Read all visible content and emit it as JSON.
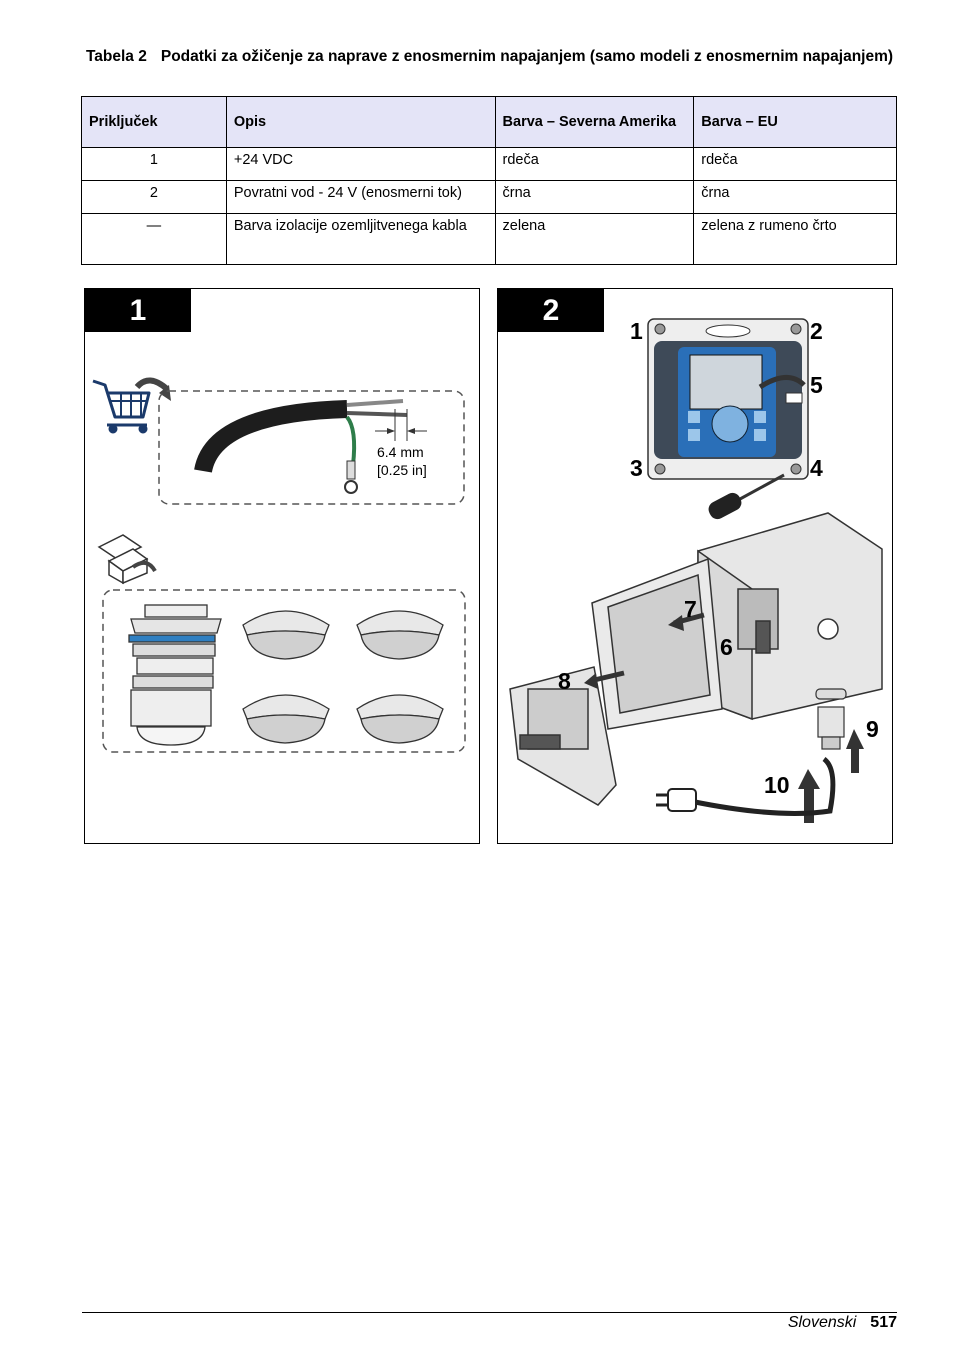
{
  "table": {
    "label": "Tabela 2",
    "title": "Podatki za ožičenje za naprave z enosmernim napajanjem (samo modeli z enosmernim napajanjem)",
    "headers": [
      "Priključek",
      "Opis",
      "Barva – Severna Amerika",
      "Barva – EU"
    ],
    "rows": [
      [
        "1",
        "+24 VDC",
        "rdeča",
        "rdeča"
      ],
      [
        "2",
        "Povratni vod - 24 V (enosmerni tok)",
        "črna",
        "črna"
      ],
      [
        "—",
        "Barva izolacije ozemljitvenega kabla",
        "zelena",
        "zelena z rumeno črto"
      ]
    ]
  },
  "figures": {
    "step1": {
      "number": "1",
      "strip_length": "6.4 mm",
      "strip_length_in": "[0.25 in]"
    },
    "step2": {
      "number": "2",
      "callouts": [
        "1",
        "2",
        "3",
        "4",
        "5",
        "6",
        "7",
        "8",
        "9",
        "10"
      ]
    }
  },
  "footer": {
    "language": "Slovenski",
    "page": "517"
  }
}
